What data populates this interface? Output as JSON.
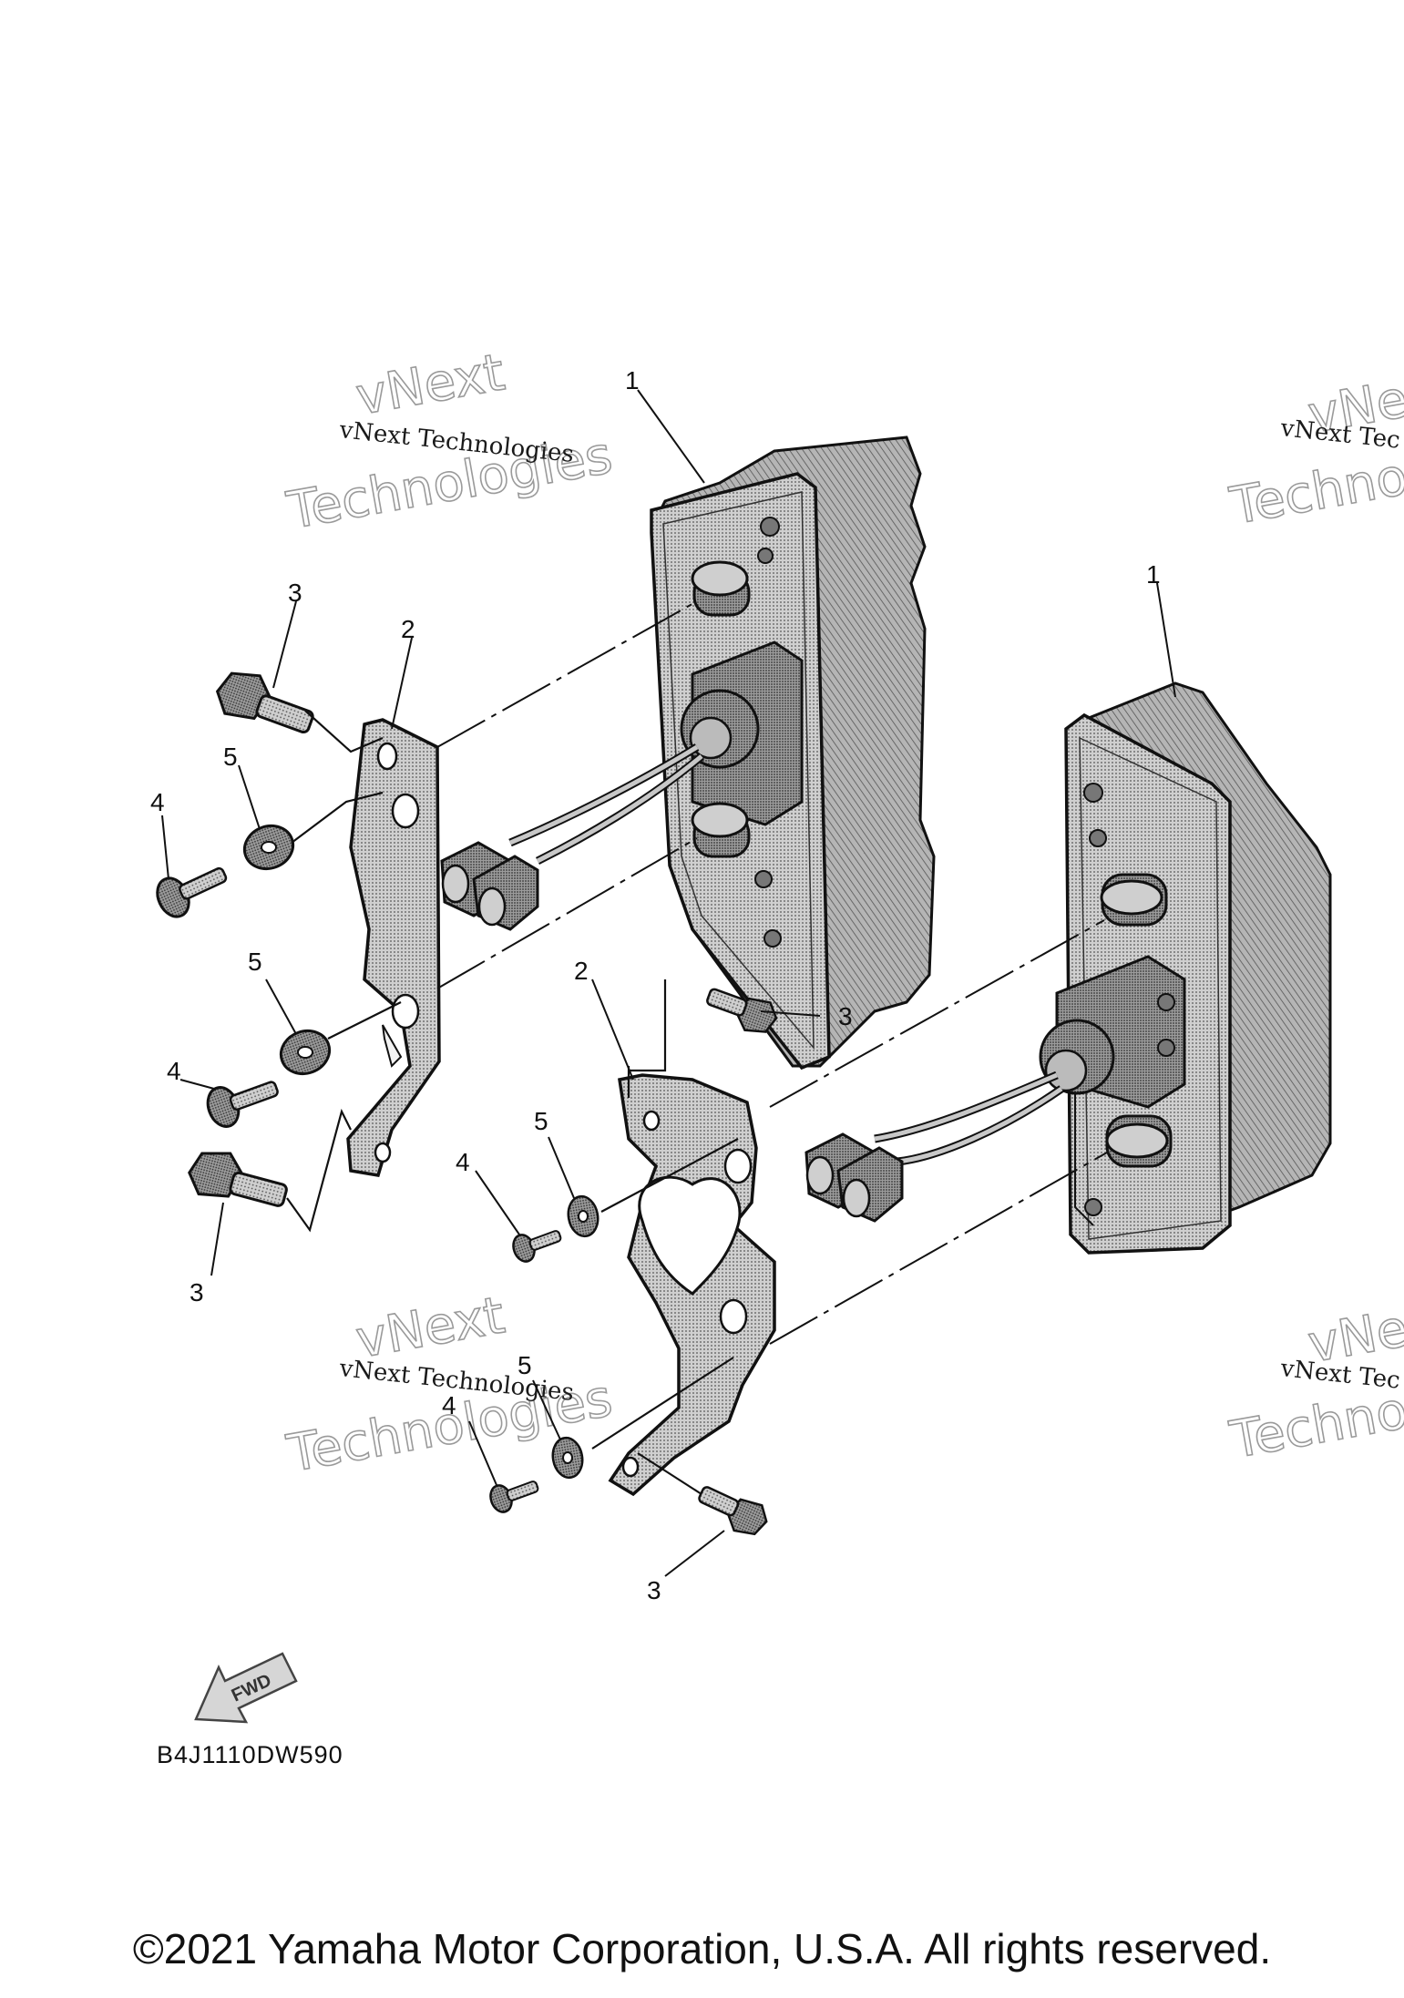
{
  "callouts": {
    "part_1": "1",
    "part_2": "2",
    "part_3": "3",
    "part_4": "4",
    "part_5": "5"
  },
  "watermark": {
    "line_small": "vNext Technologies",
    "line_big_1": "vNext",
    "line_big_2": "Technologies",
    "right_small": "vNext Tec",
    "right_big_1": "vNe",
    "right_big_2": "Techno"
  },
  "fwd_label": "FWD",
  "diagram_code": "B4J1110DW590",
  "copyright": "©2021 Yamaha Motor Corporation, U.S.A. All rights reserved.",
  "colors": {
    "ink": "#111111",
    "part_fill": "#bdbdbd",
    "part_dark": "#8e8e8e",
    "background": "#ffffff"
  }
}
